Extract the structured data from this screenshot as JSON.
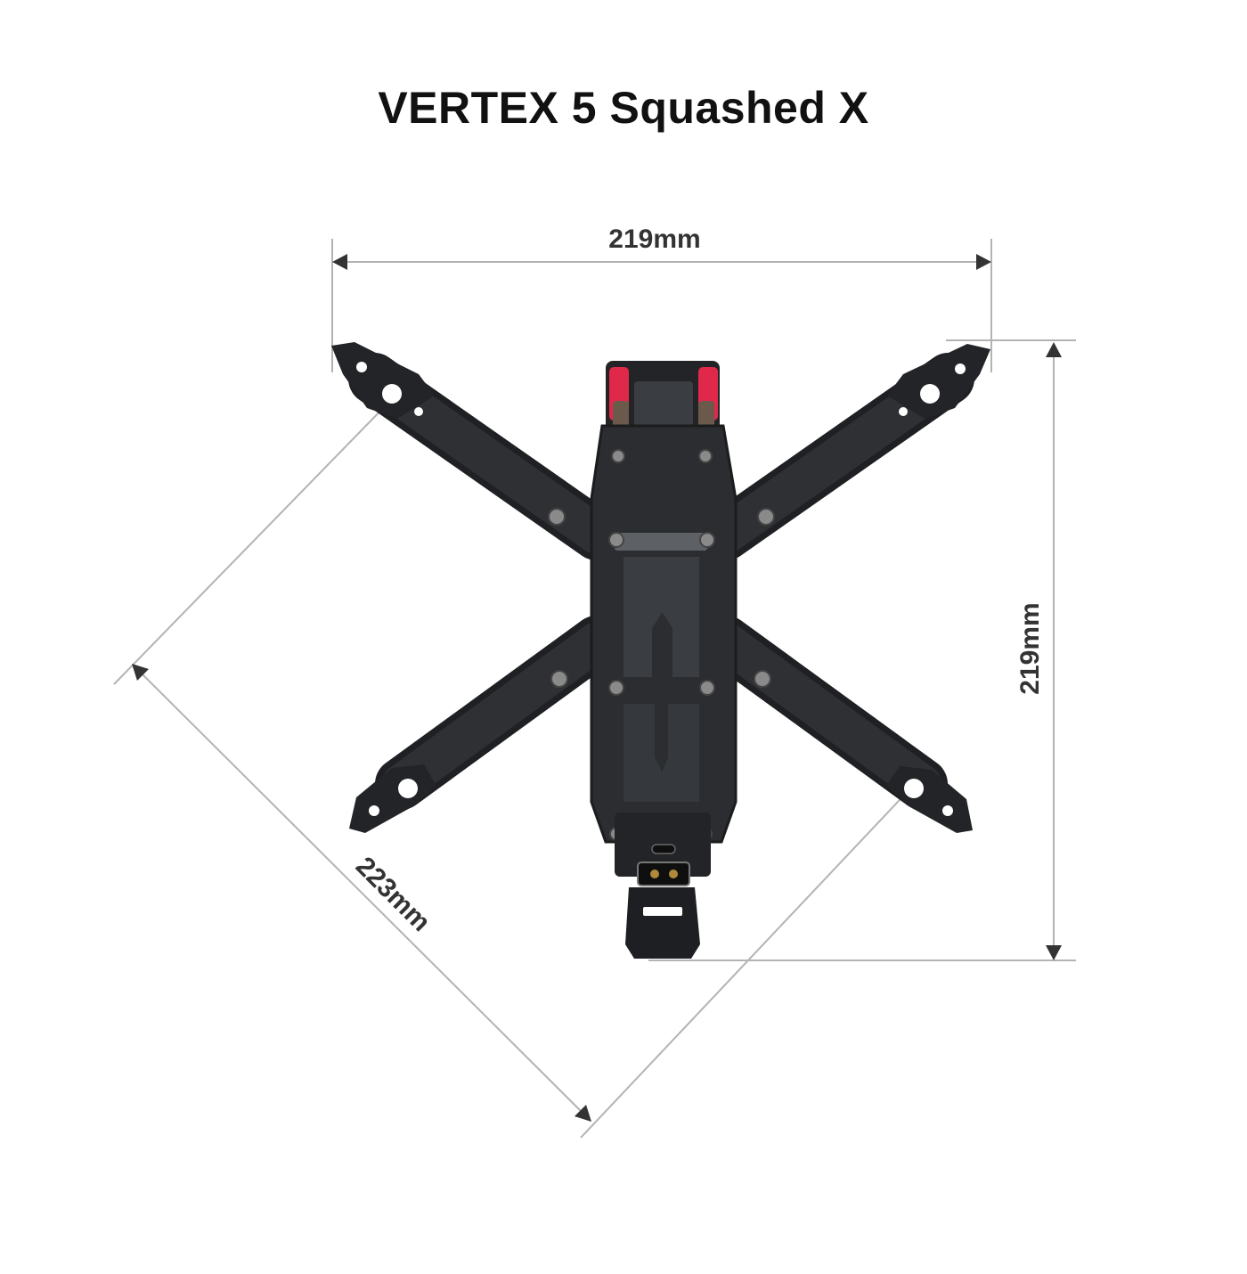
{
  "title": "VERTEX 5 Squashed X",
  "dimensions": {
    "width_label": "219mm",
    "height_label": "219mm",
    "diagonal_label": "223mm"
  },
  "colors": {
    "frame": "#2a2c2f",
    "frame_dark": "#1b1c1e",
    "frame_edge": "#3d4044",
    "accent_red": "#e0284a",
    "bronze": "#6b5a4c",
    "dimension_line": "#b3b3b3",
    "arrow": "#333333",
    "text": "#111111"
  }
}
